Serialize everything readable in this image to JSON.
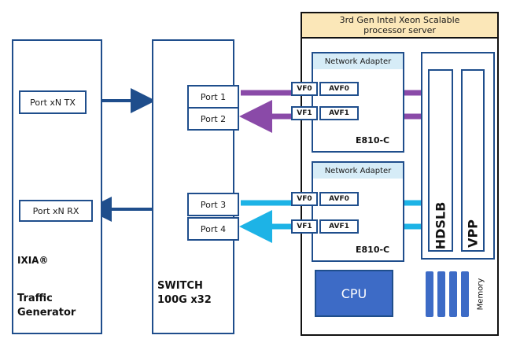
{
  "colors": {
    "box_border": "#1f4e8c",
    "server_header": "#fbe7b8",
    "adapter_header": "#d6ecf7",
    "cpu": "#3d6bc6",
    "memory": "#3d6bc6",
    "purple_flow": "#8a4aa8",
    "cyan_flow": "#1db3e6",
    "arrow_blue": "#1f4e8c"
  },
  "ixia": {
    "port_tx": "Port xN TX",
    "port_rx": "Port xN RX",
    "brand": "IXIA®",
    "line1": "Traffic",
    "line2": "Generator"
  },
  "switch": {
    "ports": [
      "Port 1",
      "Port 2",
      "Port 3",
      "Port 4"
    ],
    "title1": "SWITCH",
    "title2": "100G x32"
  },
  "server": {
    "title1": "3rd Gen Intel Xeon Scalable",
    "title2": "processor server",
    "adapters": [
      {
        "header": "Network Adapter",
        "vf_top": "VF0",
        "avf_top": "AVF0",
        "vf_bot": "VF1",
        "avf_bot": "AVF1",
        "model": "E810-C"
      },
      {
        "header": "Network Adapter",
        "vf_top": "VF0",
        "avf_top": "AVF0",
        "vf_bot": "VF1",
        "avf_bot": "AVF1",
        "model": "E810-C"
      }
    ],
    "hdslb": "HDSLB",
    "vpp": "VPP",
    "cpu": "CPU",
    "memory": "Memory"
  }
}
